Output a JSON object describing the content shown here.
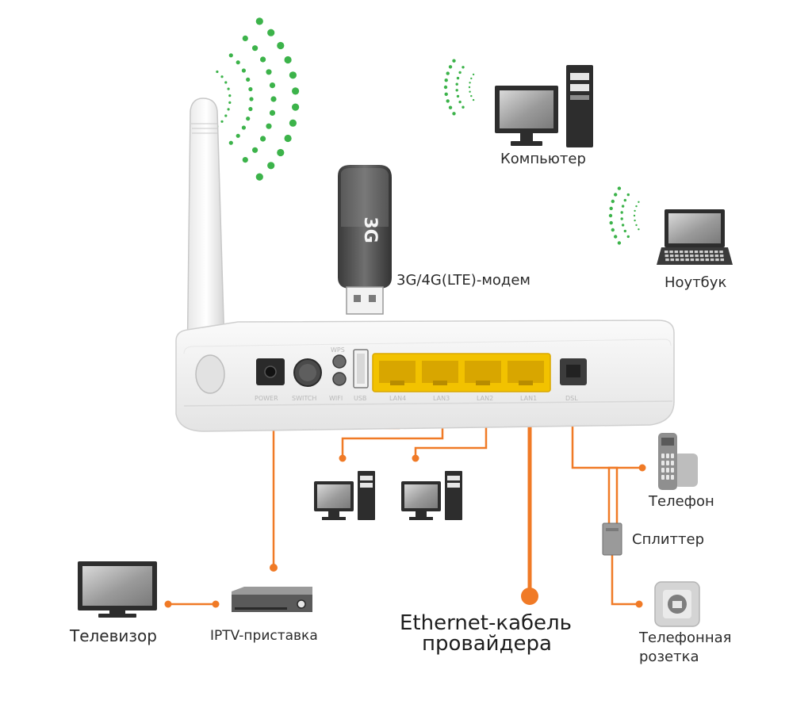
{
  "labels": {
    "computer": "Компьютер",
    "modem": "3G/4G(LTE)-модем",
    "laptop": "Ноутбук",
    "phone": "Телефон",
    "splitter": "Сплиттер",
    "tv": "Телевизор",
    "iptv": "IPTV-приставка",
    "ethernet_line1": "Ethernet-кабель",
    "ethernet_line2": "провайдера",
    "socket_line1": "Телефонная",
    "socket_line2": "розетка"
  },
  "router_ports": {
    "power": "POWER",
    "switch": "SWITCH",
    "wifi": "WIFI",
    "usb": "USB",
    "lan4": "LAN4",
    "lan3": "LAN3",
    "lan2": "LAN2",
    "lan1": "LAN1",
    "dsl": "DSL",
    "wps": "WPS"
  },
  "usb_stick_text": "3G",
  "icons": [
    "wifi-waves-icon",
    "router-icon",
    "antenna-icon",
    "usb-modem-icon",
    "desktop-computer-icon",
    "laptop-icon",
    "telephone-icon",
    "splitter-icon",
    "phone-socket-icon",
    "tv-icon",
    "set-top-box-icon"
  ],
  "colors": {
    "cable": "#f07a26",
    "wifi": "#3cb34a",
    "lan_port": "#f2c200",
    "device_dark": "#2d2d2d",
    "device_body": "#eeeeee"
  }
}
